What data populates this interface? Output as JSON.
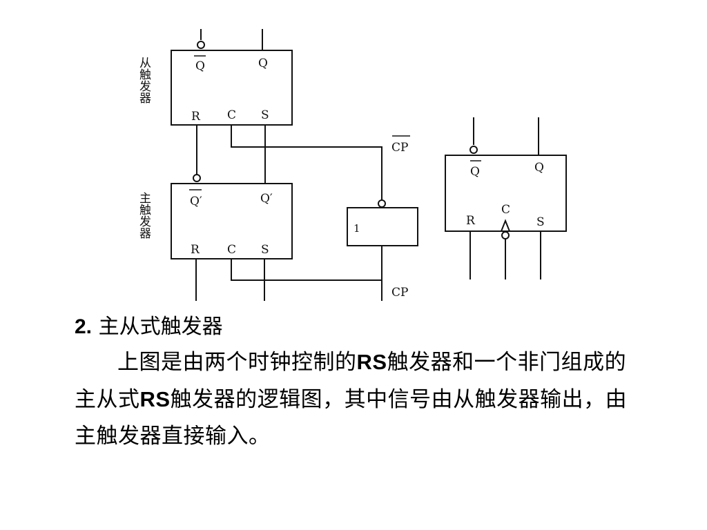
{
  "slave_ff": {
    "side_label": "从触发器",
    "q_bar": "Q",
    "q": "Q",
    "r": "R",
    "c": "C",
    "s": "S"
  },
  "master_ff": {
    "side_label": "主触发器",
    "q_bar": "Q′",
    "q": "Q′",
    "r": "R",
    "c": "C",
    "s": "S"
  },
  "inverter": {
    "symbol": "1"
  },
  "signals": {
    "cp_bar": "CP",
    "cp": "CP"
  },
  "symbol_ff": {
    "q_bar": "Q",
    "q": "Q",
    "r": "R",
    "c": "C",
    "s": "S"
  },
  "caption": {
    "heading_num": "2.",
    "heading_text": " 主从式触发器",
    "p1": "上图是由两个时钟控制的",
    "rs1": "RS",
    "p2": "触发器和一个非门组成的主从式",
    "rs2": "RS",
    "p3": "触发器的逻辑图，其中信号由从触发器输出，由主触发器直接输入。"
  }
}
